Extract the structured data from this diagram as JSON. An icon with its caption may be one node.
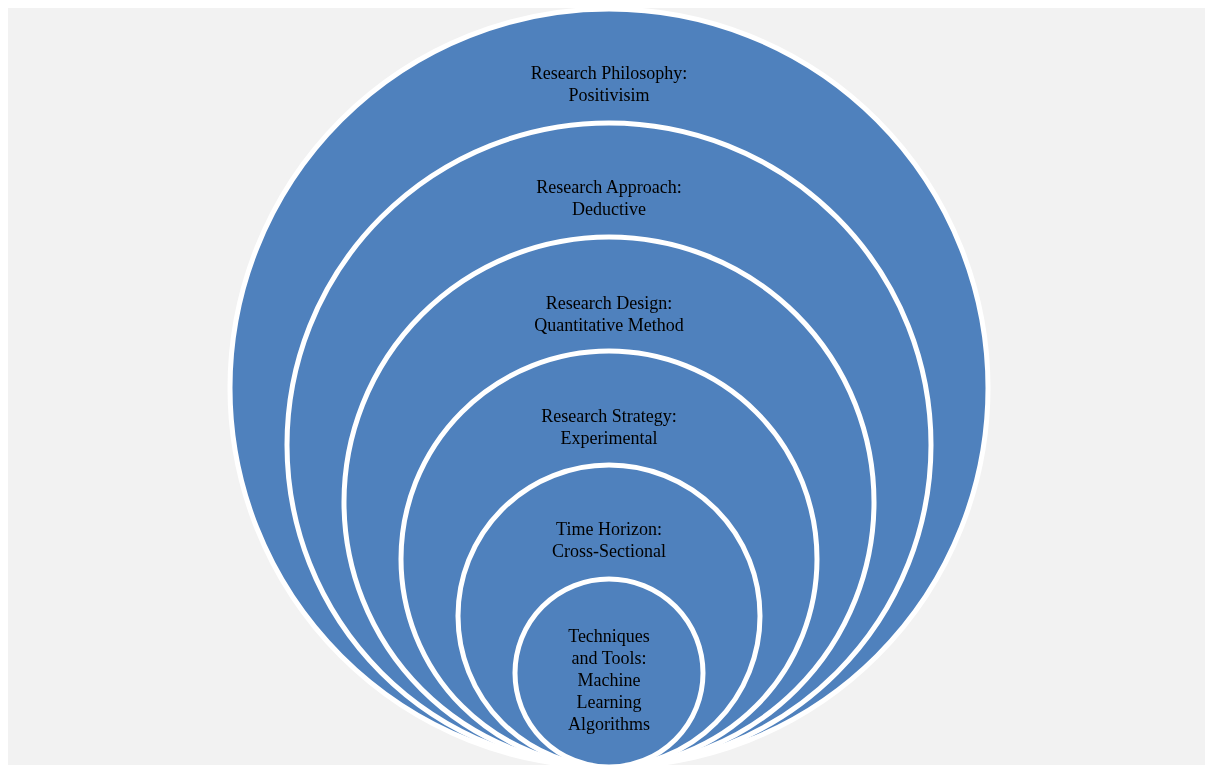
{
  "diagram": {
    "nodes": [
      {
        "text": [
          "Research Philosophy: Positivisim"
        ]
      },
      {
        "text": [
          "Research Approach: Deductive"
        ],
        "in": 0
      },
      {
        "text": [
          "Research Design: Quantitative Method"
        ],
        "in": 1
      },
      {
        "text": [
          "Research Strategy: Experimental"
        ],
        "in": 2
      },
      {
        "text": [
          "Time Horizon: Cross-Sectional"
        ],
        "in": 3
      },
      {
        "text": [
          "Techniques and Tools: Machine Learning Algorithms"
        ],
        "in": 4
      }
    ]
  }
}
